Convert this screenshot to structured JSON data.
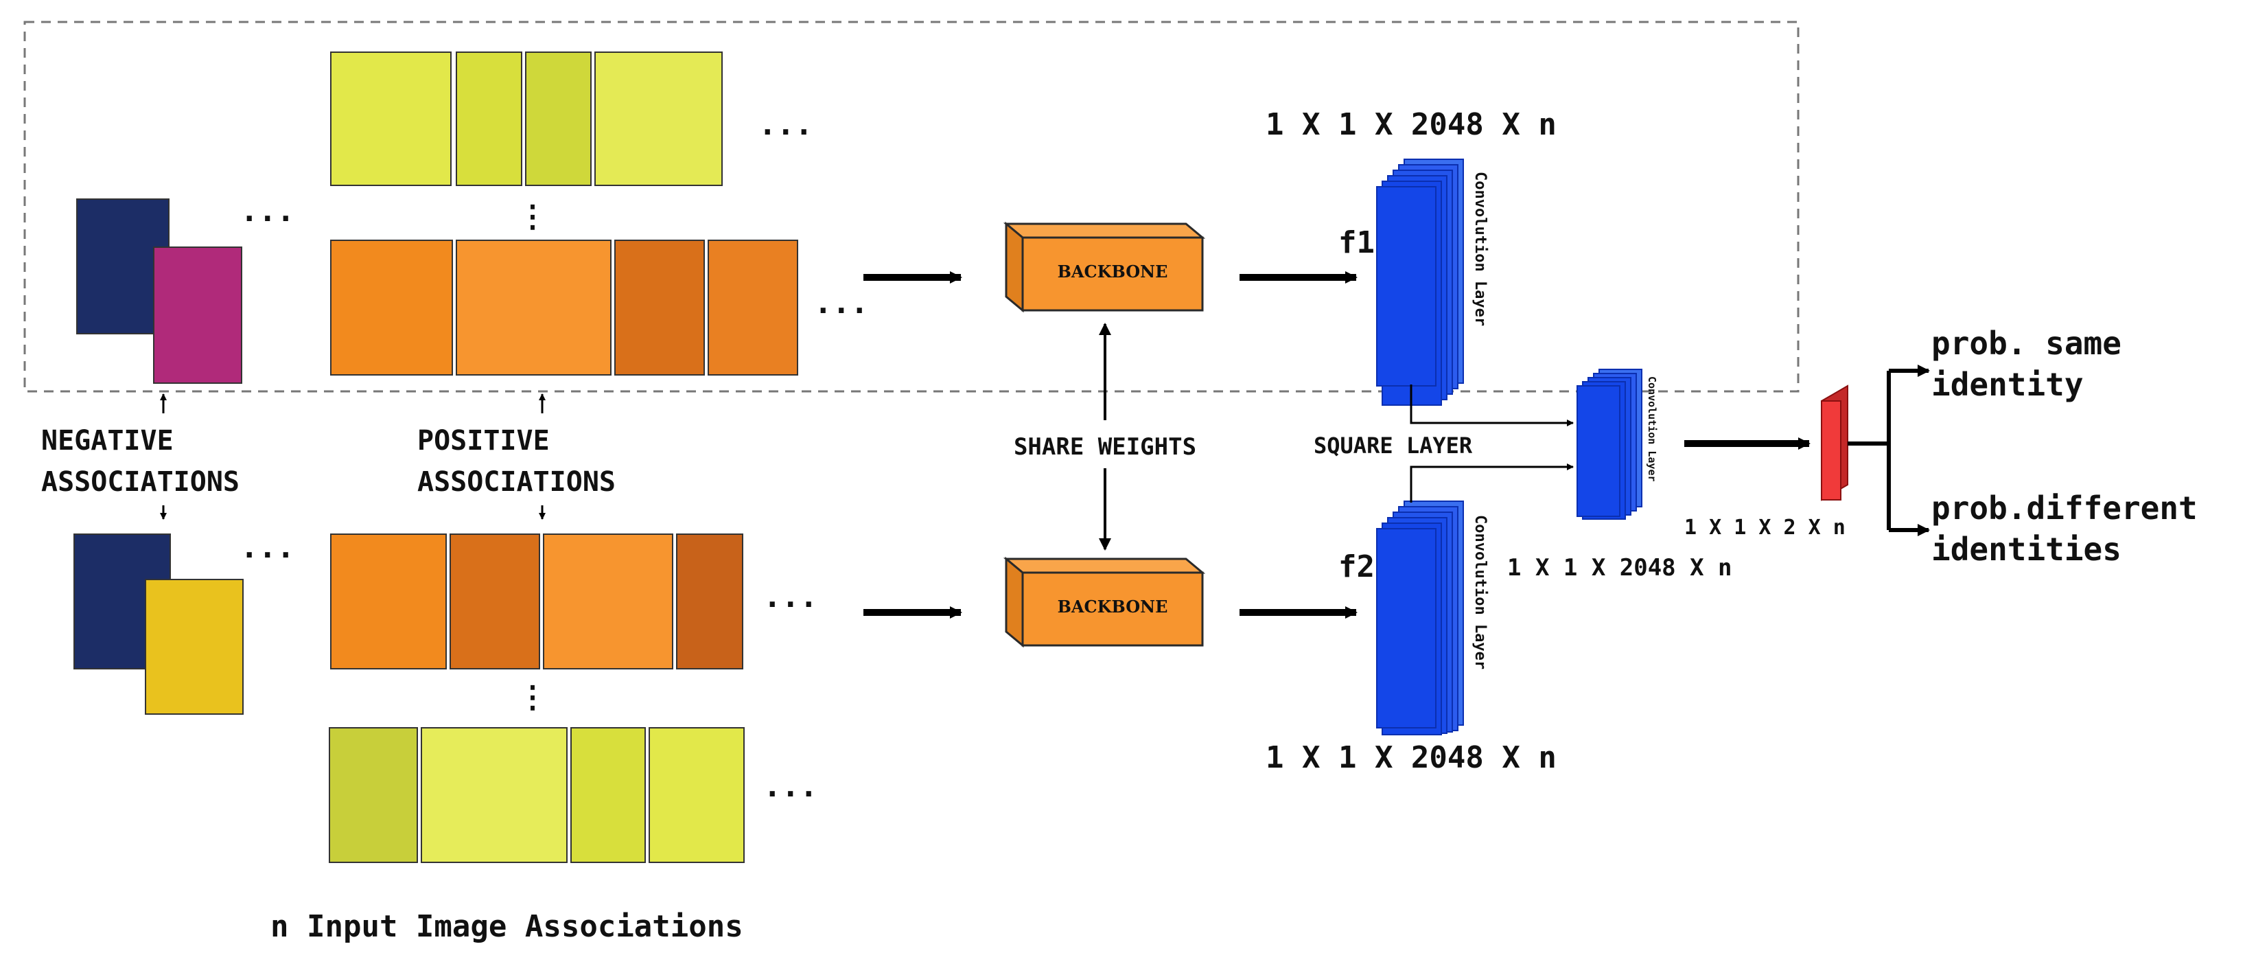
{
  "colors": {
    "backbone": "#f7952f",
    "backbone_edge": "#2a2a2a",
    "conv": "#1446e8",
    "conv_dark": "#0b2fb0",
    "output": "#f03a3a",
    "arrow": "#000000",
    "dashed_box": "#777777",
    "yellow_case": "#e2e84a",
    "orange_case": "#f28a1e",
    "navy_case": "#1c2d66",
    "pink_case": "#b02a7a"
  },
  "labels": {
    "negative": [
      "NEGATIVE",
      "ASSOCIATIONS"
    ],
    "positive": [
      "POSITIVE",
      "ASSOCIATIONS"
    ],
    "backbone_top": "BACKBONE",
    "backbone_bottom": "BACKBONE",
    "share_weights": "SHARE WEIGHTS",
    "square_layer": "SQUARE LAYER",
    "f1": "f1",
    "f2": "f2",
    "dims_top": "1 X 1 X 2048 X n",
    "dims_bottom": "1 X 1 X 2048 X n",
    "dims_middle": "1 X 1 X 2048 X n",
    "dims_output": "1 X 1 X 2 X n",
    "conv_layer_top": "Convolution Layer",
    "conv_layer_bottom": "Convolution Layer",
    "conv_layer_small": "Convolution Layer",
    "out_same": [
      "prob. same",
      "identity"
    ],
    "out_diff": [
      "prob.different",
      "identities"
    ],
    "caption": "n Input Image Associations",
    "ellipsis": "..."
  },
  "icons": {
    "luggage_photo": "luggage-photo-icon",
    "vertical_ellipsis": "vertical-ellipsis-icon"
  }
}
